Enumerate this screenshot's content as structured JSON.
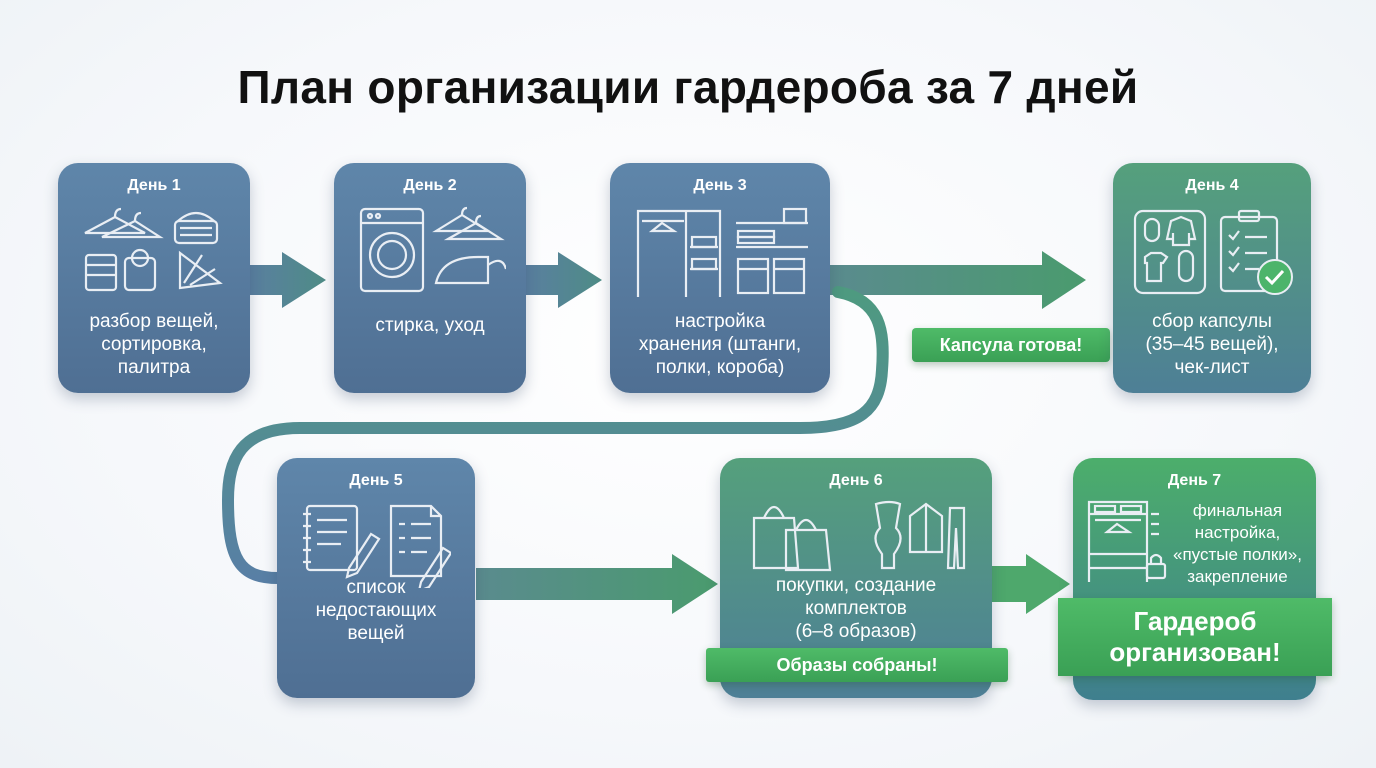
{
  "title": "План организации гардероба за 7 дней",
  "days": [
    {
      "label": "День 1",
      "desc": [
        "разбор вещей,",
        "сортировка,",
        "палитра"
      ]
    },
    {
      "label": "День 2",
      "desc": [
        "стирка, уход"
      ]
    },
    {
      "label": "День 3",
      "desc": [
        "настройка",
        "хранения (штанги,",
        "полки, короба)"
      ]
    },
    {
      "label": "День 4",
      "desc": [
        "сбор капсулы",
        "(35–45 вещей),",
        "чек-лист"
      ]
    },
    {
      "label": "День 5",
      "desc": [
        "список",
        "недостающих",
        "вещей"
      ]
    },
    {
      "label": "День 6",
      "desc": [
        "покупки, создание",
        "комплектов",
        "(6–8 образов)"
      ]
    },
    {
      "label": "День 7",
      "desc": [
        "финальная",
        "настройка,",
        "«пустые полки»,",
        "закрепление"
      ]
    }
  ],
  "banners": {
    "capsule": "Капсула готова!",
    "outfits": "Образы собраны!",
    "final": [
      "Гардероб",
      "организован!"
    ]
  },
  "colors": {
    "blue": "#5a7fa3",
    "green": "#4cae6b",
    "arrow": "#4f8a8a"
  }
}
